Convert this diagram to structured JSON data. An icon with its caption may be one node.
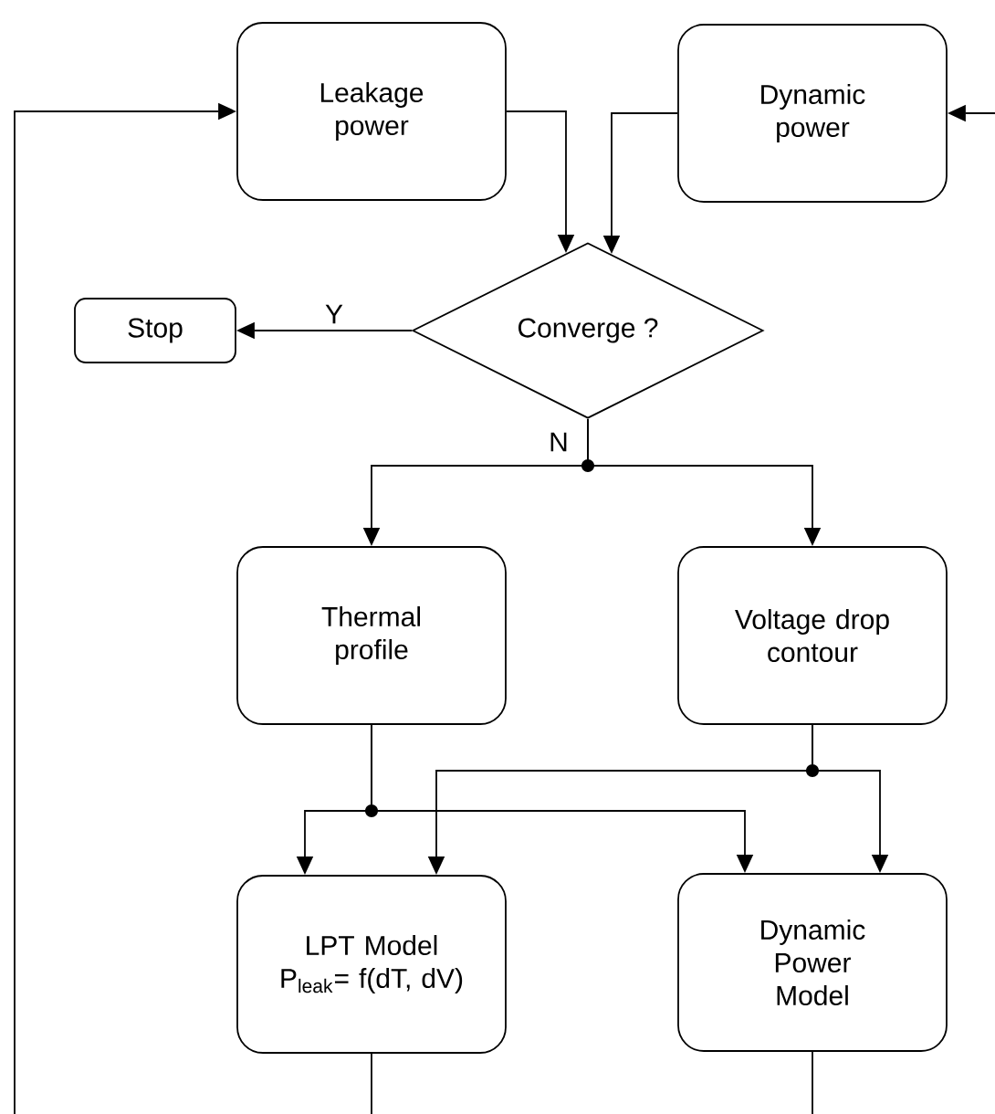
{
  "diagram": {
    "nodes": [
      {
        "text": [
          "Leakage power"
        ]
      },
      {
        "text": [
          "Dynamic power"
        ]
      },
      {
        "text": [
          "Converge ?"
        ]
      },
      {
        "text": [
          "Stop"
        ]
      },
      {
        "text": [
          "Thermal profile"
        ]
      },
      {
        "text": [
          "Voltage drop contour"
        ]
      },
      {
        "text": [
          "LPT Model",
          "P$_{leak}$= f(dT, dV)"
        ]
      },
      {
        "text": [
          "Dynamic Power Model"
        ]
      }
    ],
    "edges": [
      {
        "from": 0,
        "to": 2,
        "arrow": "to"
      },
      {
        "from": 1,
        "to": 2,
        "arrow": "to"
      },
      {
        "from": 2,
        "to": 3,
        "arrow": "to",
        "label": "Y"
      },
      {
        "from": 2,
        "to": 4,
        "arrow": "to",
        "label": "N"
      },
      {
        "from": 2,
        "to": 5,
        "arrow": "to"
      },
      {
        "from": 4,
        "to": 6,
        "arrow": "to"
      },
      {
        "from": 4,
        "to": 7,
        "arrow": "to"
      },
      {
        "from": 5,
        "to": 6,
        "arrow": "to"
      },
      {
        "from": 5,
        "to": 7,
        "arrow": "to"
      },
      {
        "from": 6,
        "to": null,
        "arrow": "none"
      },
      {
        "from": 7,
        "to": null,
        "arrow": "none"
      },
      {
        "from": null,
        "to": 0,
        "arrow": "to"
      },
      {
        "from": null,
        "to": 1,
        "arrow": "to"
      }
    ]
  }
}
